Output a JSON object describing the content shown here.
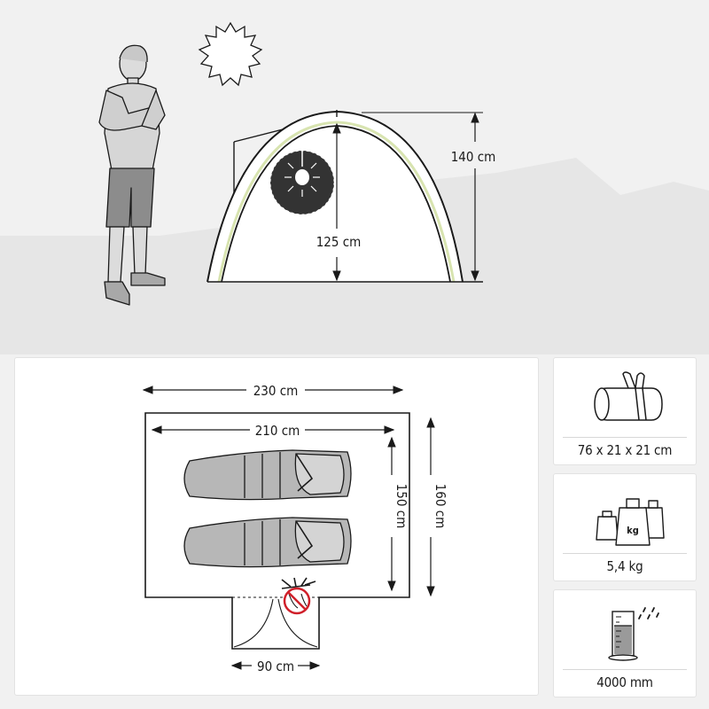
{
  "elevation": {
    "height_outer": "140 cm",
    "height_inner": "125 cm"
  },
  "floorplan": {
    "length_outer": "230 cm",
    "length_inner": "210 cm",
    "width_inner": "150 cm",
    "width_outer": "160 cm",
    "entrance_width": "90 cm"
  },
  "specs": {
    "packed_size": "76 x 21 x 21 cm",
    "weight": "5,4 kg",
    "weight_unit": "kg",
    "water_column": "4000 mm"
  },
  "icons": {
    "person": "person-icon",
    "sun": "sun-icon",
    "lamp": "lamp-hook-icon",
    "no_mosquito": "no-mosquito-icon",
    "bag": "carry-bag-icon",
    "weights": "weights-icon",
    "rain_gauge": "rain-gauge-icon"
  },
  "colors": {
    "background": "#f1f1f1",
    "hill": "#e6e6e6",
    "tent_outline": "#1a1a1a",
    "tent_trim": "#d8e4b0",
    "prohibit_red": "#d0202a",
    "sleeping_bag": "#b7b7b7"
  }
}
